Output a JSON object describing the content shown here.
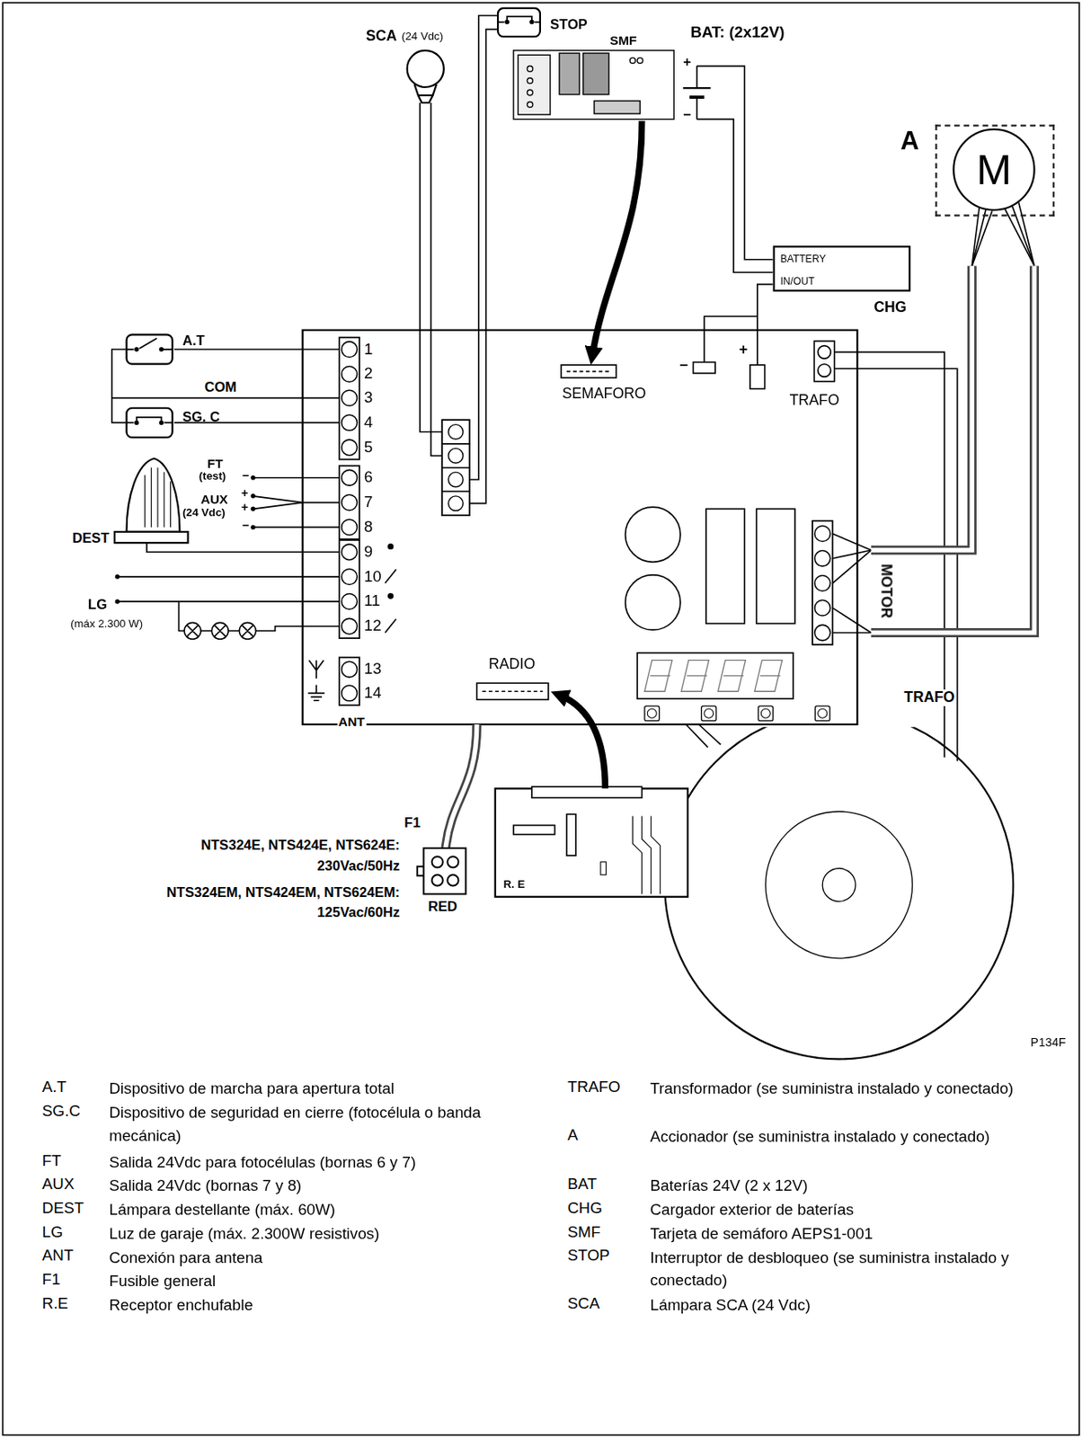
{
  "diagram": {
    "nodes": [
      {
        "text": [
          "A"
        ]
      },
      {
        "text": [
          "M"
        ],
        "in": 0
      },
      {
        "text": [
          "BATTERY",
          "IN/OUT",
          "CHG"
        ]
      },
      {
        "text": [
          "A.T"
        ]
      },
      {
        "text": [
          "SG. C"
        ]
      },
      {
        "text": [
          "STOP"
        ]
      }
    ],
    "edges": [
      {
        "from": 3,
        "to": 4,
        "arrow": "none"
      }
    ],
    "labels": [
      "SCA",
      "(24 Vdc)",
      "SMF",
      "BAT: (2x12V)",
      "+",
      "−",
      "SEMAFORO",
      "TRAFO",
      "−",
      "+",
      "RADIO",
      "MOTOR",
      "TRAFO",
      "COM",
      "FT",
      "(test)",
      "AUX",
      "(24 Vdc)",
      "−",
      "+",
      "+",
      "−",
      "DEST",
      "LG",
      "(máx 2.300 W)",
      "1",
      "2",
      "3",
      "4",
      "5",
      "6",
      "7",
      "8",
      "9",
      "10",
      "11",
      "12",
      "13",
      "14",
      "ANT",
      "F1",
      "NTS324E, NTS424E, NTS624E:",
      "230Vac/50Hz",
      "NTS324EM, NTS424EM, NTS624EM:",
      "125Vac/60Hz",
      "RED",
      "R. E",
      "P134F",
      "A.T",
      "Dispositivo de marcha para apertura total",
      "SG.C",
      "Dispositivo de seguridad en cierre (fotocélula o banda mecánica)",
      "FT",
      "Salida 24Vdc para fotocélulas (bornas 6 y 7)",
      "AUX",
      "Salida 24Vdc (bornas 7 y 8)",
      "DEST",
      "Lámpara destellante (máx. 60W)",
      "LG",
      "Luz de garaje (máx. 2.300W resistivos)",
      "ANT",
      "Conexión para antena",
      "F1",
      "Fusible general",
      "R.E",
      "Receptor enchufable",
      "TRAFO",
      "Transformador (se suministra instalado y conectado)",
      "A",
      "Accionador (se suministra instalado y conectado)",
      "BAT",
      "Baterías 24V (2 x 12V)",
      "CHG",
      "Cargador exterior de baterías",
      "SMF",
      "Tarjeta de semáforo AEPS1-001",
      "STOP",
      "Interruptor de desbloqueo (se suministra instalado y conectado)",
      "SCA",
      "Lámpara SCA (24 Vdc)"
    ]
  }
}
